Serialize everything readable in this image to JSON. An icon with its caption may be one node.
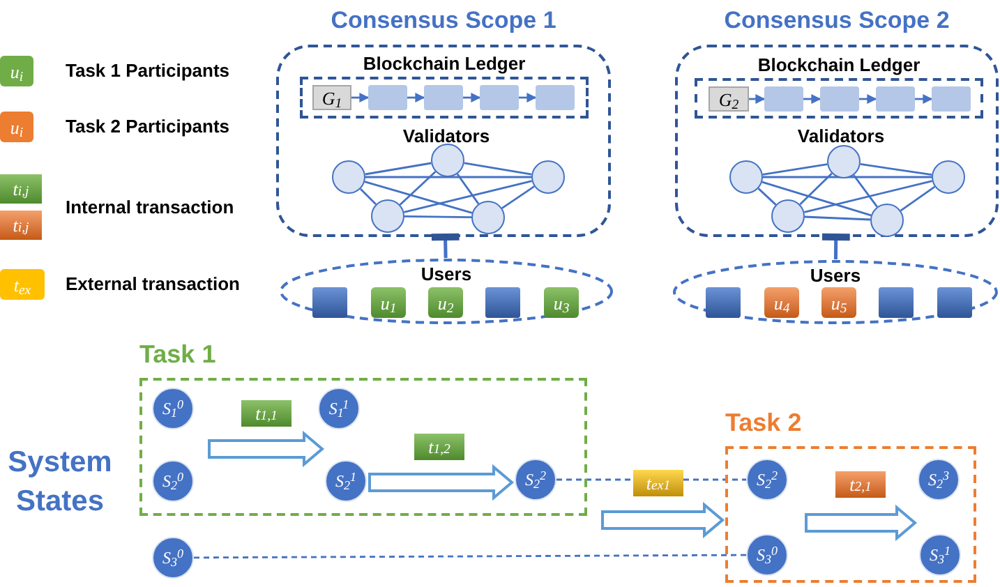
{
  "diagram": {
    "nodes": [
      {
        "text": [
          "Consensus Scope 1"
        ]
      },
      {
        "text": [
          "Blockchain Ledger"
        ],
        "in": 0
      },
      {
        "text": [
          "G$_{1}$"
        ],
        "in": 1
      },
      {
        "text": [],
        "shape": "box",
        "in": 1
      },
      {
        "text": [],
        "shape": "box",
        "in": 1
      },
      {
        "text": [],
        "shape": "box",
        "in": 1
      },
      {
        "text": [],
        "shape": "box",
        "in": 1
      },
      {
        "text": [],
        "shape": "circle",
        "in": 0
      },
      {
        "text": [],
        "shape": "circle",
        "in": 0
      },
      {
        "text": [],
        "shape": "circle",
        "in": 0
      },
      {
        "text": [],
        "shape": "circle",
        "in": 0
      },
      {
        "text": [],
        "shape": "circle",
        "in": 0
      },
      {
        "text": [
          "Users"
        ]
      },
      {
        "text": [],
        "shape": "box",
        "in": 12
      },
      {
        "text": [
          "u$_{1}$"
        ],
        "in": 12
      },
      {
        "text": [
          "u$_{2}$"
        ],
        "in": 12
      },
      {
        "text": [],
        "shape": "box",
        "in": 12
      },
      {
        "text": [
          "u$_{3}$"
        ],
        "in": 12
      },
      {
        "text": [
          "Consensus Scope 2"
        ]
      },
      {
        "text": [
          "Blockchain Ledger"
        ],
        "in": 18
      },
      {
        "text": [
          "G$_{2}$"
        ],
        "in": 19
      },
      {
        "text": [],
        "shape": "box",
        "in": 19
      },
      {
        "text": [],
        "shape": "box",
        "in": 19
      },
      {
        "text": [],
        "shape": "box",
        "in": 19
      },
      {
        "text": [],
        "shape": "box",
        "in": 19
      },
      {
        "text": [],
        "shape": "circle",
        "in": 18
      },
      {
        "text": [],
        "shape": "circle",
        "in": 18
      },
      {
        "text": [],
        "shape": "circle",
        "in": 18
      },
      {
        "text": [],
        "shape": "circle",
        "in": 18
      },
      {
        "text": [],
        "shape": "circle",
        "in": 18
      },
      {
        "text": [
          "Users"
        ]
      },
      {
        "text": [],
        "shape": "box",
        "in": 30
      },
      {
        "text": [
          "u$_{4}$"
        ],
        "in": 30
      },
      {
        "text": [
          "u$_{5}$"
        ],
        "in": 30
      },
      {
        "text": [],
        "shape": "box",
        "in": 30
      },
      {
        "text": [],
        "shape": "box",
        "in": 30
      },
      {
        "text": [
          "Task 1"
        ]
      },
      {
        "text": [
          "S$_{1}$$^{0}$"
        ],
        "in": 36
      },
      {
        "text": [
          "S$_{2}$$^{0}$"
        ],
        "in": 36
      },
      {
        "text": [
          "S$_{1}$$^{1}$"
        ],
        "in": 36
      },
      {
        "text": [
          "S$_{2}$$^{1}$"
        ],
        "in": 36
      },
      {
        "text": [
          "S$_{2}$$^{2}$"
        ],
        "in": 36
      },
      {
        "text": [
          "S$_{3}$$^{0}$"
        ]
      },
      {
        "text": [
          "Task 2"
        ]
      },
      {
        "text": [
          "S$_{2}$$^{2}$"
        ],
        "in": 43
      },
      {
        "text": [
          "S$_{3}$$^{0}$"
        ],
        "in": 43
      },
      {
        "text": [
          "S$_{2}$$^{3}$"
        ],
        "in": 43
      },
      {
        "text": [
          "S$_{3}$$^{1}$"
        ],
        "in": 43
      }
    ],
    "edges": [
      {
        "from": 2,
        "to": 3,
        "arrow": "to"
      },
      {
        "from": 3,
        "to": 4,
        "arrow": "to"
      },
      {
        "from": 4,
        "to": 5,
        "arrow": "to"
      },
      {
        "from": 5,
        "to": 6,
        "arrow": "to"
      },
      {
        "from": 7,
        "to": 8,
        "arrow": "none"
      },
      {
        "from": 7,
        "to": 9,
        "arrow": "none"
      },
      {
        "from": 7,
        "to": 10,
        "arrow": "none"
      },
      {
        "from": 7,
        "to": 11,
        "arrow": "none"
      },
      {
        "from": 8,
        "to": 9,
        "arrow": "none"
      },
      {
        "from": 8,
        "to": 10,
        "arrow": "none"
      },
      {
        "from": 8,
        "to": 11,
        "arrow": "none"
      },
      {
        "from": 9,
        "to": 10,
        "arrow": "none"
      },
      {
        "from": 9,
        "to": 11,
        "arrow": "none"
      },
      {
        "from": 10,
        "to": 11,
        "arrow": "none"
      },
      {
        "from": 0,
        "to": 12,
        "arrow": "other"
      },
      {
        "from": 20,
        "to": 21,
        "arrow": "to"
      },
      {
        "from": 21,
        "to": 22,
        "arrow": "to"
      },
      {
        "from": 22,
        "to": 23,
        "arrow": "to"
      },
      {
        "from": 23,
        "to": 24,
        "arrow": "to"
      },
      {
        "from": 25,
        "to": 26,
        "arrow": "none"
      },
      {
        "from": 25,
        "to": 27,
        "arrow": "none"
      },
      {
        "from": 25,
        "to": 28,
        "arrow": "none"
      },
      {
        "from": 25,
        "to": 29,
        "arrow": "none"
      },
      {
        "from": 26,
        "to": 27,
        "arrow": "none"
      },
      {
        "from": 26,
        "to": 28,
        "arrow": "none"
      },
      {
        "from": 26,
        "to": 29,
        "arrow": "none"
      },
      {
        "from": 27,
        "to": 28,
        "arrow": "none"
      },
      {
        "from": 27,
        "to": 29,
        "arrow": "none"
      },
      {
        "from": 28,
        "to": 29,
        "arrow": "none"
      },
      {
        "from": 18,
        "to": 30,
        "arrow": "other"
      },
      {
        "from": 41,
        "to": 44,
        "arrow": "none",
        "label": "t$_{ex1}$",
        "style": "dashed"
      },
      {
        "from": 42,
        "to": 45,
        "arrow": "none",
        "style": "dashed"
      },
      {
        "from": null,
        "to": 40,
        "arrow": "to",
        "label": "t$_{1,1}$",
        "style": "thick",
        "color": "#5b9bd5"
      },
      {
        "from": 40,
        "to": 41,
        "arrow": "to",
        "label": "t$_{1,2}$",
        "style": "thick",
        "color": "#5b9bd5"
      },
      {
        "from": null,
        "to": 43,
        "arrow": "to",
        "style": "thick",
        "color": "#5b9bd5"
      },
      {
        "from": null,
        "to": 46,
        "arrow": "to",
        "label": "t$_{2,1}$",
        "style": "thick",
        "color": "#5b9bd5"
      }
    ],
    "labels": [
      "u$_{i}$",
      "u$_{i}$",
      "t$_{i,j}$",
      "t$_{i,j}$",
      "t$_{ex}$",
      "Validators",
      "Validators",
      "System States"
    ],
    "legend": [
      {
        "text": "Task 1 Participants",
        "color": "#70ad47"
      },
      {
        "text": "Task 2 Participants",
        "color": "#ed7d31"
      },
      {
        "text": "Internal transaction"
      },
      {
        "text": "External transaction",
        "color": "#ffc000"
      }
    ]
  }
}
